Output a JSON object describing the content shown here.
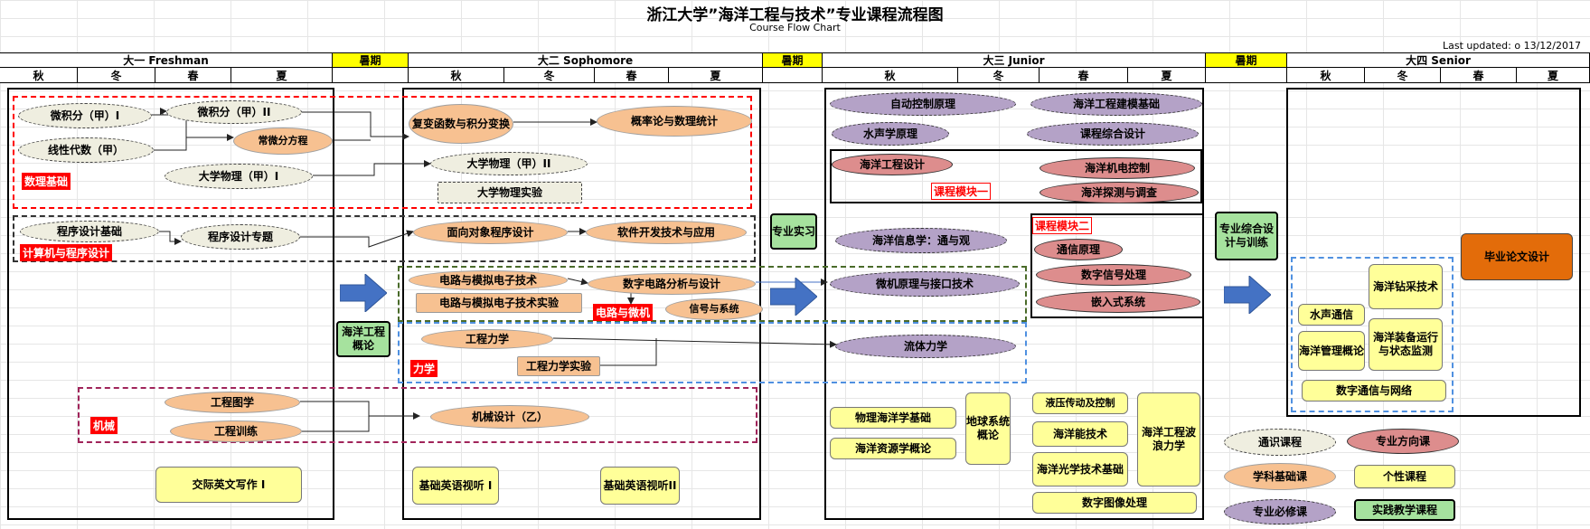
{
  "header": {
    "title": "浙江大学”海洋工程与技术”专业课程流程图",
    "subtitle": "Course Flow Chart",
    "last_updated": "Last updated: o 13/12/2017"
  },
  "years": [
    {
      "label": "大一  Freshman"
    },
    {
      "label": "暑期"
    },
    {
      "label": "大二 Sophomore"
    },
    {
      "label": "暑期"
    },
    {
      "label": "大三 Junior"
    },
    {
      "label": "暑期"
    },
    {
      "label": "大四  Senior"
    }
  ],
  "seasons": [
    "秋",
    "冬",
    "春",
    "夏"
  ],
  "groups": {
    "math": "数理基础",
    "cs": "计算机与程序设计",
    "circuit": "电路与微机",
    "mech": "力学",
    "machine": "机械",
    "module1": "课程模块一",
    "module2": "课程模块二"
  },
  "courses": {
    "calc1": "微积分（甲）I",
    "calc2": "微积分（甲）II",
    "ode": "常微分方程",
    "linalg": "线性代数（甲）",
    "phys1": "大学物理（甲）I",
    "complex": "复变函数与积分变换",
    "prob": "概率论与数理统计",
    "phys2": "大学物理（甲）II",
    "physlab": "大学物理实验",
    "prog": "程序设计基础",
    "progtopic": "程序设计专题",
    "oop": "面向对象程序设计",
    "soft": "软件开发技术与应用",
    "analog": "电路与模拟电子技术",
    "analoglab": "电路与模拟电子技术实验",
    "digital": "数字电路分析与设计",
    "signal": "信号与系统",
    "engmech": "工程力学",
    "engmechlab": "工程力学实验",
    "drawing": "工程图学",
    "training": "工程训练",
    "machdesign": "机械设计（乙）",
    "english": "交际英文写作 I",
    "eng1": "基础英语视听 I",
    "eng2": "基础英语视听II",
    "intro": "海洋工程概论",
    "intern": "专业实习",
    "auto": "自动控制原理",
    "hydro": "水声学原理",
    "modeling": "海洋工程建模基础",
    "project": "课程综合设计",
    "oedesign": "海洋工程设计",
    "mechctrl": "海洋机电控制",
    "explore": "海洋探测与调查",
    "info": "海洋信息学：通与观",
    "micro": "微机原理与接口技术",
    "comm": "通信原理",
    "dsp": "数字信号处理",
    "embedded": "嵌入式系统",
    "fluid": "流体力学",
    "physocean": "物理海洋学基础",
    "resource": "海洋资源学概论",
    "earth": "地球系统概论",
    "hydraulic": "液压传动及控制",
    "energy": "海洋能技术",
    "optics": "海洋光学技术基础",
    "wave": "海洋工程波浪力学",
    "image": "数字图像处理",
    "synth": "专业综合设计与训练",
    "acomm": "水声通信",
    "drill": "海洋钻采技术",
    "mgmt": "海洋管理概论",
    "equip": "海洋装备运行与状态监测",
    "digcomm": "数字通信与网络",
    "thesis": "毕业论文设计"
  },
  "legend": {
    "general": "通识课程",
    "direction": "专业方向课",
    "basic": "学科基础课",
    "personal": "个性课程",
    "required": "专业必修课",
    "practice": "实践教学课程"
  },
  "colors": {
    "general": "#efeee0",
    "basic": "#f7c191",
    "required": "#b4a2c7",
    "direction": "#dd8d8d",
    "personal": "#ffff99",
    "practice": "#a6e29e",
    "thesis": "#e36c0a",
    "arrow": "#4472c4",
    "summer": "#ffff00"
  }
}
